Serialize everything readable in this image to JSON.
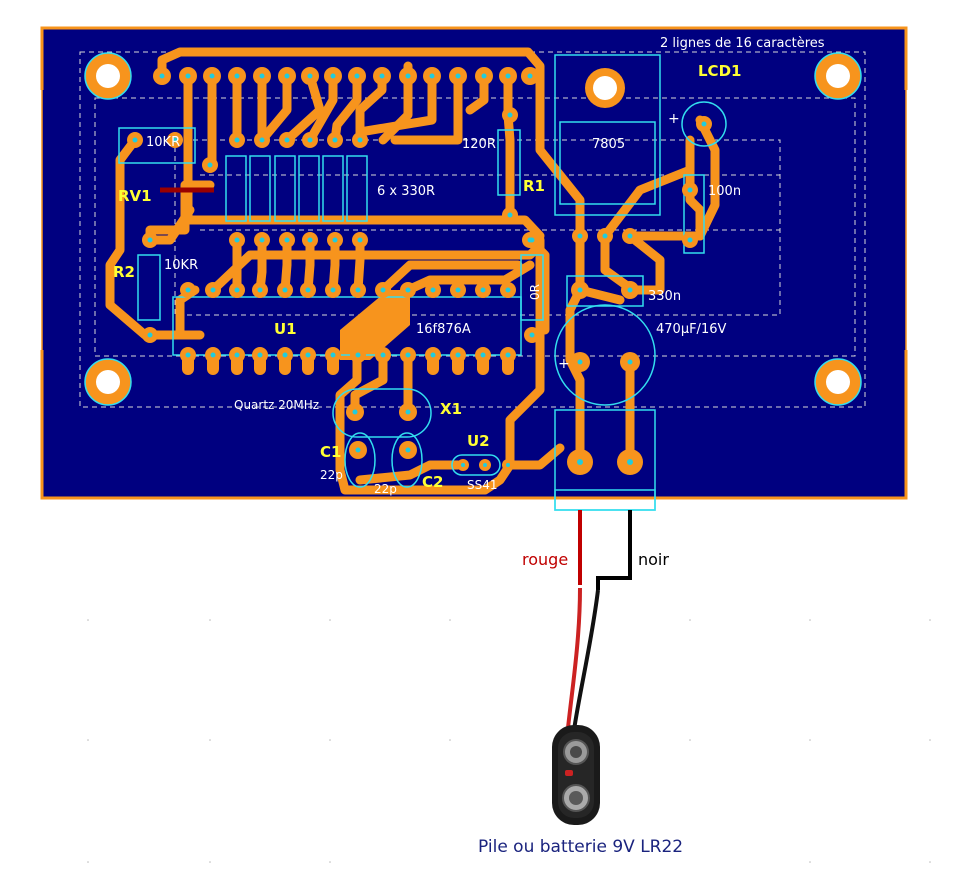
{
  "pcb": {
    "lcd_title": "2 lignes de 16 caractères",
    "lcd_ref": "LCD1",
    "regulator": "7805",
    "cap_100n": "100n",
    "cap_330n": "330n",
    "cap_470": "470µF/16V",
    "r1_value": "120R",
    "r1_ref": "R1",
    "rv1_value": "10KR",
    "rv1_ref": "RV1",
    "res_array": "6 x 330R",
    "r2_value": "10KR",
    "r2_ref": "R2",
    "u1_ref": "U1",
    "u1_value": "16f876A",
    "r0_value": "0R",
    "quartz": "Quartz 20MHz",
    "x1_ref": "X1",
    "c1_ref": "C1",
    "c1_value": "22p",
    "c2_ref": "C2",
    "c2_value": "22p",
    "u2_ref": "U2",
    "u2_value": "SS41"
  },
  "wires": {
    "red_label": "rouge",
    "black_label": "noir"
  },
  "battery": {
    "caption": "Pile ou batterie 9V LR22"
  },
  "colors": {
    "board": "#000080",
    "copper": "#f7941d",
    "silk_yellow": "#ffff33",
    "outline_cyan": "#33ddee",
    "pad_center": "#22ccdd",
    "red_wire": "#c00000",
    "black_wire": "#000000",
    "caption_blue": "#1a237e"
  }
}
